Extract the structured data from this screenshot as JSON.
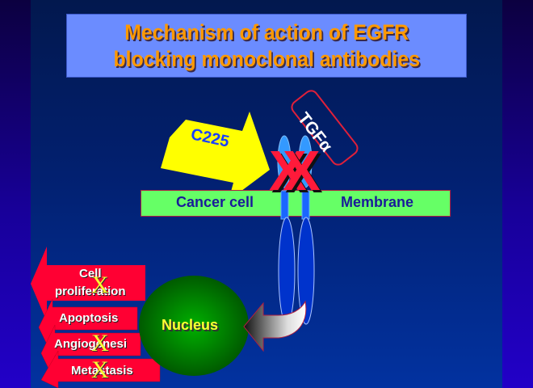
{
  "title": {
    "line1": "Mechanism of action of EGFR",
    "line2": "blocking monoclonal antibodies"
  },
  "antibody": {
    "label": "C225",
    "color": "#ffff00",
    "text_color": "#1a40ff"
  },
  "ligand": {
    "label": "TGFα",
    "border_color": "#e0203a"
  },
  "membrane": {
    "left_label": "Cancer cell",
    "right_label": "Membrane",
    "color": "#66ff66"
  },
  "blocked_marker": {
    "symbol": "X",
    "color": "#ff1a3a",
    "count": 2
  },
  "nucleus": {
    "label": "Nucleus",
    "color": "#00a000"
  },
  "outcomes": [
    {
      "label_line1": "Cell",
      "label_line2": "proliferation",
      "blocked": true
    },
    {
      "label_line1": "Apoptosis",
      "blocked": false
    },
    {
      "label_line1": "Angiogenesi",
      "blocked": true
    },
    {
      "label_line1": "Metastasis",
      "blocked": true
    }
  ],
  "outcome_block_symbol": "X",
  "colors": {
    "outcome_arrow": "#ff0033",
    "receptor": "#0033cc",
    "receptor_head": "#3399ff",
    "title_bg": "#6b8cff",
    "title_text": "#ff9900"
  }
}
